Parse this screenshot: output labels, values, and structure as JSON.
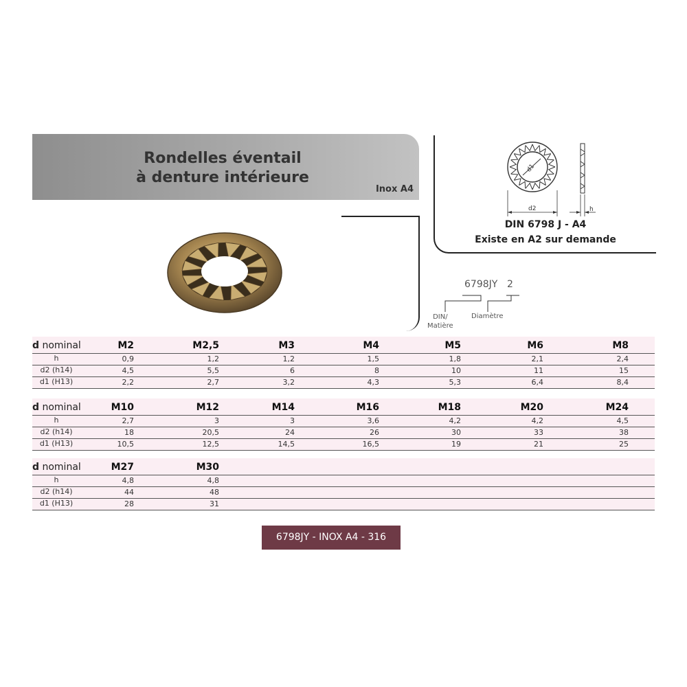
{
  "header": {
    "title_line1": "Rondelles éventail",
    "title_line2": "à denture intérieure",
    "material": "Inox A4"
  },
  "diagram": {
    "label_d1": "d1",
    "label_d2": "d2",
    "label_h": "h",
    "norm": "DIN 6798 J - A4",
    "note": "Existe en A2 sur demande"
  },
  "reference": {
    "code": "6798JY",
    "size": "2",
    "din_label_1": "DIN/",
    "din_label_2": "Matière",
    "diam_label": "Diamètre"
  },
  "table": {
    "label_bold": "d",
    "label_rest": " nominal",
    "row_labels": [
      "h",
      "d2 (h14)",
      "d1 (H13)"
    ],
    "blocks": [
      {
        "sizes": [
          "M2",
          "M2,5",
          "M3",
          "M4",
          "M5",
          "M6",
          "M8"
        ],
        "h": [
          "0,9",
          "1,2",
          "1,2",
          "1,5",
          "1,8",
          "2,1",
          "2,4"
        ],
        "d2": [
          "4,5",
          "5,5",
          "6",
          "8",
          "10",
          "11",
          "15"
        ],
        "d1": [
          "2,2",
          "2,7",
          "3,2",
          "4,3",
          "5,3",
          "6,4",
          "8,4"
        ]
      },
      {
        "sizes": [
          "M10",
          "M12",
          "M14",
          "M16",
          "M18",
          "M20",
          "M24"
        ],
        "h": [
          "2,7",
          "3",
          "3",
          "3,6",
          "4,2",
          "4,2",
          "4,5"
        ],
        "d2": [
          "18",
          "20,5",
          "24",
          "26",
          "30",
          "33",
          "38"
        ],
        "d1": [
          "10,5",
          "12,5",
          "14,5",
          "16,5",
          "19",
          "21",
          "25"
        ]
      },
      {
        "sizes": [
          "M27",
          "M30"
        ],
        "h": [
          "4,8",
          "4,8"
        ],
        "d2": [
          "44",
          "48"
        ],
        "d1": [
          "28",
          "31"
        ]
      }
    ]
  },
  "footer": {
    "badge": "6798JY - INOX A4 - 316"
  },
  "colors": {
    "badge_bg": "#6e3a46",
    "row_bg": "#fbeef3"
  }
}
